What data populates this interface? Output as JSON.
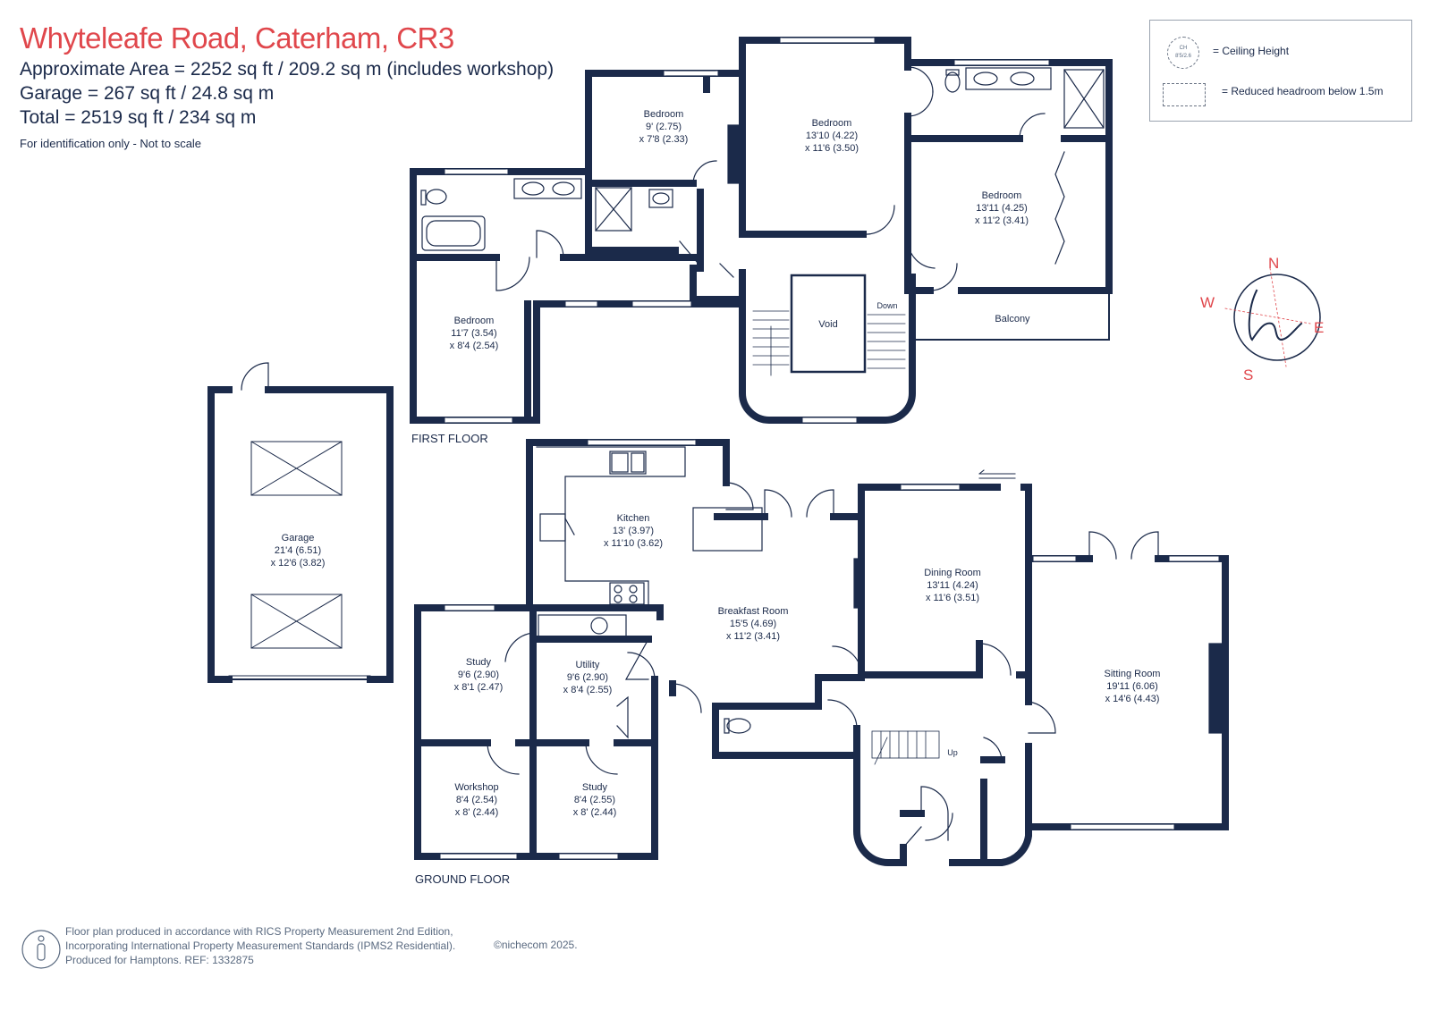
{
  "header": {
    "title": "Whyteleafe Road, Caterham, CR3",
    "area_line": "Approximate Area = 2252 sq ft / 209.2 sq m (includes workshop)",
    "garage_line": "Garage = 267 sq ft / 24.8 sq m",
    "total_line": "Total = 2519 sq ft / 234 sq m",
    "note": "For identification only - Not to scale"
  },
  "legend": {
    "ch_top": "CH",
    "ch_value": "8'5/2.6",
    "ceiling_height": "= Ceiling Height",
    "reduced_headroom": "= Reduced headroom below 1.5m"
  },
  "compass": {
    "n": "N",
    "e": "E",
    "s": "S",
    "w": "W",
    "logo": "h"
  },
  "floors": {
    "first": "FIRST FLOOR",
    "ground": "GROUND FLOOR"
  },
  "first_floor_rooms": {
    "bedroom_a": {
      "name": "Bedroom",
      "dim1": "9' (2.75)",
      "dim2": "x 7'8 (2.33)"
    },
    "bedroom_b": {
      "name": "Bedroom",
      "dim1": "13'10 (4.22)",
      "dim2": "x 11'6 (3.50)"
    },
    "bedroom_c": {
      "name": "Bedroom",
      "dim1": "13'11 (4.25)",
      "dim2": "x 11'2 (3.41)"
    },
    "bedroom_d": {
      "name": "Bedroom",
      "dim1": "11'7 (3.54)",
      "dim2": "x 8'4 (2.54)"
    },
    "void": "Void",
    "down": "Down",
    "balcony": "Balcony"
  },
  "garage": {
    "name": "Garage",
    "dim1": "21'4 (6.51)",
    "dim2": "x 12'6 (3.82)"
  },
  "ground_floor_rooms": {
    "kitchen": {
      "name": "Kitchen",
      "dim1": "13' (3.97)",
      "dim2": "x 11'10 (3.62)"
    },
    "dining": {
      "name": "Dining Room",
      "dim1": "13'11 (4.24)",
      "dim2": "x 11'6 (3.51)"
    },
    "breakfast": {
      "name": "Breakfast Room",
      "dim1": "15'5 (4.69)",
      "dim2": "x 11'2 (3.41)"
    },
    "sitting": {
      "name": "Sitting Room",
      "dim1": "19'11 (6.06)",
      "dim2": "x 14'6 (4.43)"
    },
    "study_a": {
      "name": "Study",
      "dim1": "9'6 (2.90)",
      "dim2": "x 8'1 (2.47)"
    },
    "utility": {
      "name": "Utility",
      "dim1": "9'6 (2.90)",
      "dim2": "x 8'4 (2.55)"
    },
    "workshop": {
      "name": "Workshop",
      "dim1": "8'4 (2.54)",
      "dim2": "x 8' (2.44)"
    },
    "study_b": {
      "name": "Study",
      "dim1": "8'4 (2.55)",
      "dim2": "x 8' (2.44)"
    },
    "up": "Up"
  },
  "footer": {
    "line1": "Floor plan produced in accordance with RICS Property Measurement 2nd Edition,",
    "line2": "Incorporating International Property Measurement Standards (IPMS2 Residential).",
    "line3": "Produced for Hamptons.   REF:  1332875",
    "copyright": "©nichecom 2025."
  },
  "colors": {
    "wall": "#1b2a4a",
    "accent": "#e0474c"
  }
}
